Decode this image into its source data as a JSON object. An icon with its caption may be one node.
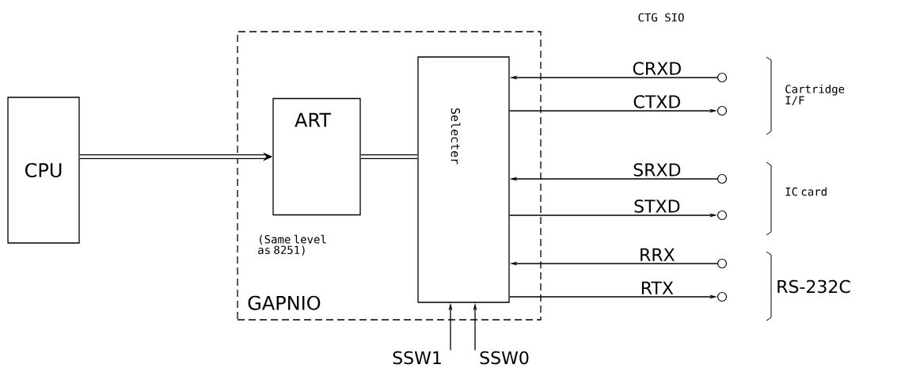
{
  "diagram": {
    "nodes": [
      {
        "text": [
          "CPU"
        ]
      },
      {
        "text": [
          "GAPNIO"
        ]
      },
      {
        "text": [
          "ART"
        ],
        "in": 1,
        "beside": [
          "(Same level as 8251)"
        ]
      },
      {
        "text": [
          "Selecter"
        ],
        "in": 1
      },
      {
        "text": [],
        "shape": "circle"
      },
      {
        "text": [],
        "shape": "circle"
      },
      {
        "text": [],
        "shape": "circle"
      },
      {
        "text": [],
        "shape": "circle"
      },
      {
        "text": [],
        "shape": "circle"
      },
      {
        "text": [],
        "shape": "circle"
      },
      {
        "text": [
          "SSW1"
        ]
      },
      {
        "text": [
          "SSW0"
        ]
      }
    ],
    "edges": [
      {
        "from": 0,
        "to": 2,
        "arrow": "to",
        "style": "thick"
      },
      {
        "from": 2,
        "to": 3,
        "arrow": "none",
        "style": "thick"
      },
      {
        "from": 4,
        "to": 3,
        "arrow": "to",
        "label": "CRXD"
      },
      {
        "from": 3,
        "to": 5,
        "arrow": "to",
        "label": "CTXD"
      },
      {
        "from": 6,
        "to": 3,
        "arrow": "to",
        "label": "SRXD"
      },
      {
        "from": 3,
        "to": 7,
        "arrow": "to",
        "label": "STXD"
      },
      {
        "from": 8,
        "to": 3,
        "arrow": "to",
        "label": "RRX"
      },
      {
        "from": 3,
        "to": 9,
        "arrow": "to",
        "label": "RTX"
      },
      {
        "from": 10,
        "to": 3,
        "arrow": "to"
      },
      {
        "from": 11,
        "to": 3,
        "arrow": "to"
      }
    ],
    "labels": [
      "CTG SIO",
      "Cartridge I/F",
      "IC card",
      "RS-232C"
    ]
  }
}
